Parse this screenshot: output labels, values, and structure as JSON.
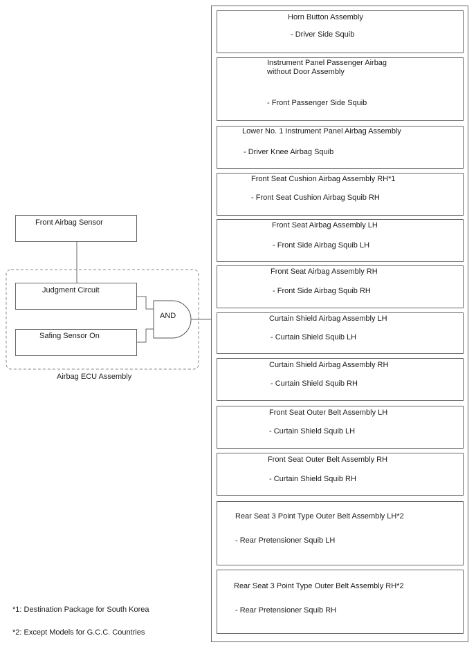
{
  "sensor": {
    "label": "Front Airbag Sensor"
  },
  "ecu": {
    "label": "Airbag ECU Assembly",
    "judgment": "Judgment Circuit",
    "safing": "Safing Sensor On",
    "gate": "AND"
  },
  "assemblies": [
    {
      "title": "Horn Button Assembly",
      "squib": "- Driver Side Squib"
    },
    {
      "title": "Instrument Panel Passenger Airbag\nwithout Door Assembly",
      "squib": "- Front Passenger Side Squib"
    },
    {
      "title": "Lower No. 1 Instrument Panel Airbag Assembly",
      "squib": "- Driver Knee Airbag Squib"
    },
    {
      "title": "Front Seat Cushion Airbag Assembly RH*1",
      "squib": "- Front Seat Cushion Airbag Squib RH"
    },
    {
      "title": "Front Seat Airbag Assembly LH",
      "squib": "- Front Side Airbag Squib LH"
    },
    {
      "title": "Front Seat Airbag Assembly RH",
      "squib": "- Front Side Airbag Squib RH"
    },
    {
      "title": "Curtain Shield Airbag Assembly LH",
      "squib": "- Curtain Shield Squib LH"
    },
    {
      "title": "Curtain Shield Airbag Assembly RH",
      "squib": "- Curtain Shield Squib RH"
    },
    {
      "title": "Front Seat Outer Belt Assembly LH",
      "squib": "- Curtain Shield Squib LH"
    },
    {
      "title": "Front Seat Outer Belt Assembly RH",
      "squib": "- Curtain Shield Squib RH"
    },
    {
      "title": "Rear Seat 3 Point Type Outer Belt Assembly LH*2",
      "squib": "- Rear Pretensioner Squib LH"
    },
    {
      "title": "Rear Seat 3 Point Type Outer Belt Assembly RH*2",
      "squib": "- Rear Pretensioner Squib RH"
    }
  ],
  "notes": [
    "*1: Destination Package for South Korea",
    "*2: Except Models for G.C.C. Countries"
  ]
}
